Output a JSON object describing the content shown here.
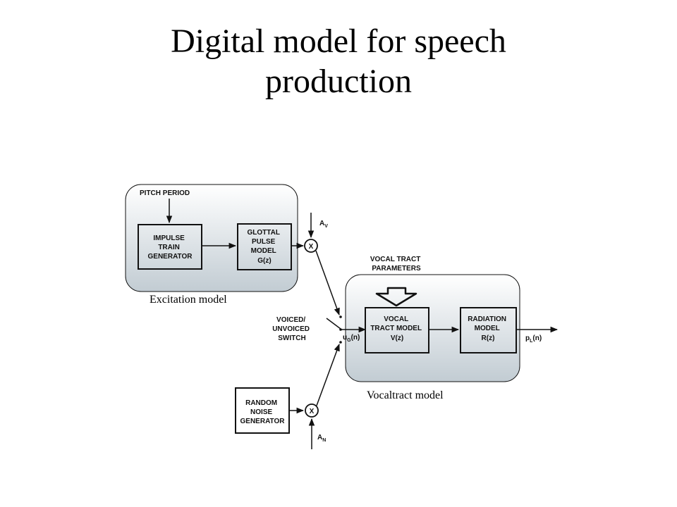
{
  "title": {
    "line1": "Digital model for speech",
    "line2": "production"
  },
  "groups": {
    "excitation_caption": "Excitation model",
    "vocaltract_caption": "Vocaltract model"
  },
  "blocks": {
    "pitch_period": "PITCH PERIOD",
    "impulse": [
      "IMPULSE",
      "TRAIN",
      "GENERATOR"
    ],
    "glottal": [
      "GLOTTAL",
      "PULSE",
      "MODEL",
      "G(z)"
    ],
    "vocal_tract_params": [
      "VOCAL TRACT",
      "PARAMETERS"
    ],
    "vocal_tract": [
      "VOCAL",
      "TRACT MODEL",
      "V(z)"
    ],
    "radiation": [
      "RADIATION",
      "MODEL",
      "R(z)"
    ],
    "switch": [
      "VOICED/",
      "UNVOICED",
      "SWITCH"
    ],
    "noise": [
      "RANDOM",
      "NOISE",
      "GENERATOR"
    ]
  },
  "signals": {
    "av": "A",
    "av_sub": "V",
    "an": "A",
    "an_sub": "N",
    "ug": "u",
    "ug_sub": "G",
    "ug_arg": "(n)",
    "pl": "p",
    "pl_sub": "L",
    "pl_arg": "(n)",
    "multiplier": "X"
  },
  "colors": {
    "panel_top": "#ffffff",
    "panel_bottom": "#c2ccd3",
    "ink": "#111111"
  }
}
